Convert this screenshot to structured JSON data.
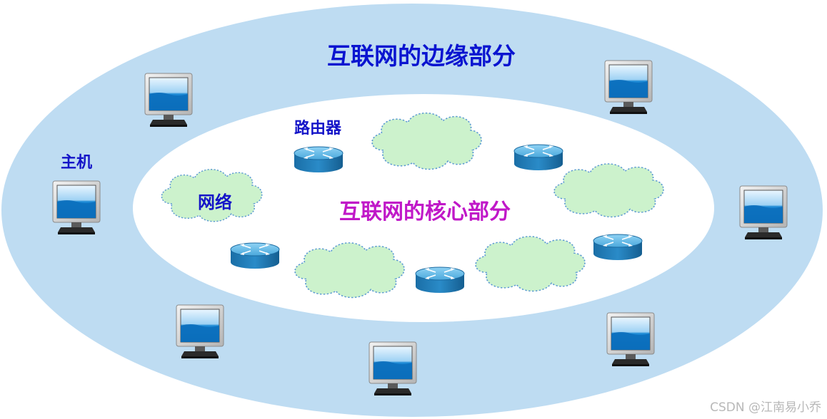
{
  "title_edge": "互联网的边缘部分",
  "title_core": "互联网的核心部分",
  "label_host": "主机",
  "label_router": "路由器",
  "label_network": "网络",
  "watermark": "CSDN @江南易小乔",
  "colors": {
    "outer_ring": "#bedcf2",
    "inner_core": "#ffffff",
    "edge_title": "#0a14d0",
    "core_title": "#c018c8",
    "label_blue": "#1414c8",
    "cloud_fill": "#ccf2cc",
    "cloud_stroke": "#5c9ad2",
    "router_top": "#6cc0ec",
    "router_side": "#1c7bb4",
    "monitor_frame": "#d4d4d4",
    "monitor_screen": "#0a78c6"
  },
  "icons": {
    "host": "computer-monitor-icon",
    "router": "router-icon",
    "network": "cloud-icon"
  }
}
